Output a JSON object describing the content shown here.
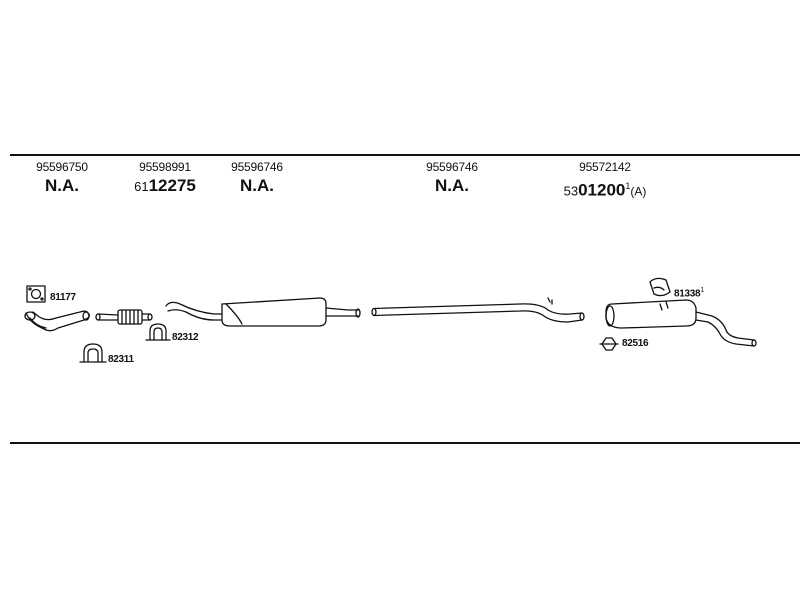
{
  "columns": [
    {
      "oem": "95596750",
      "ref": "N.A."
    },
    {
      "oem": "95598991",
      "ref_prefix": "61",
      "ref_main": "12275"
    },
    {
      "oem": "95596746",
      "ref": "N.A."
    },
    {
      "oem": "95596746",
      "ref": "N.A."
    },
    {
      "oem": "95572142",
      "ref_prefix": "53",
      "ref_main": "01200",
      "ref_sup": "1",
      "ref_suffix": "(A)"
    }
  ],
  "accessories": [
    {
      "code": "81177"
    },
    {
      "code": "82311"
    },
    {
      "code": "82312"
    },
    {
      "code": "81338",
      "sup": "1"
    },
    {
      "code": "82516"
    }
  ]
}
